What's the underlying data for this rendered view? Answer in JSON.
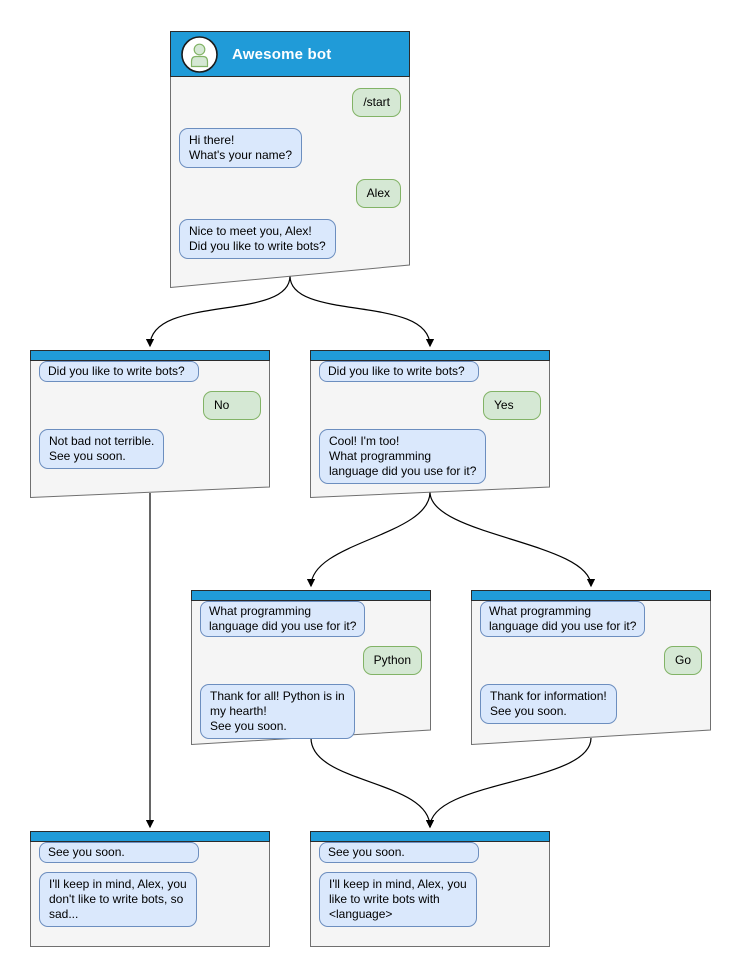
{
  "colors": {
    "header_blue": "#209bd8",
    "window_body": "#f5f5f5",
    "bot_bubble_fill": "#dae8fc",
    "bot_bubble_border": "#6c8ebf",
    "user_bubble_fill": "#d5e8d4",
    "user_bubble_border": "#82b366"
  },
  "main_window": {
    "title": "Awesome bot",
    "avatar": "person-icon",
    "messages": [
      {
        "from": "user",
        "text": "/start"
      },
      {
        "from": "bot",
        "text": "Hi there!\nWhat's your name?"
      },
      {
        "from": "user",
        "text": "Alex"
      },
      {
        "from": "bot",
        "text": "Nice to meet you, Alex!\nDid you like to write bots?"
      }
    ]
  },
  "nodes": [
    {
      "id": "branch-no",
      "messages": [
        {
          "from": "bot",
          "text": "Did you like to write bots?"
        },
        {
          "from": "user",
          "text": "No"
        },
        {
          "from": "bot",
          "text": "Not bad not terrible.\nSee you soon."
        }
      ]
    },
    {
      "id": "branch-yes",
      "messages": [
        {
          "from": "bot",
          "text": "Did you like to write bots?"
        },
        {
          "from": "user",
          "text": "Yes"
        },
        {
          "from": "bot",
          "text": "Cool! I'm too!\nWhat programming\nlanguage did you use for it?"
        }
      ]
    },
    {
      "id": "branch-python",
      "messages": [
        {
          "from": "bot",
          "text": "What programming\nlanguage did you use for it?"
        },
        {
          "from": "user",
          "text": "Python"
        },
        {
          "from": "bot",
          "text": "Thank for all! Python is in\nmy hearth!\nSee you soon."
        }
      ]
    },
    {
      "id": "branch-go",
      "messages": [
        {
          "from": "bot",
          "text": "What programming\nlanguage did you use for it?"
        },
        {
          "from": "user",
          "text": "Go"
        },
        {
          "from": "bot",
          "text": "Thank for information!\nSee you soon."
        }
      ]
    },
    {
      "id": "end-no",
      "messages": [
        {
          "from": "bot",
          "text": "See you soon."
        },
        {
          "from": "bot",
          "text": "I'll keep in mind, Alex, you\ndon't like to write bots, so\nsad..."
        }
      ]
    },
    {
      "id": "end-yes",
      "messages": [
        {
          "from": "bot",
          "text": "See you soon."
        },
        {
          "from": "bot",
          "text": "I'll keep in mind, Alex, you\nlike to write bots with\n<language>"
        }
      ]
    }
  ]
}
